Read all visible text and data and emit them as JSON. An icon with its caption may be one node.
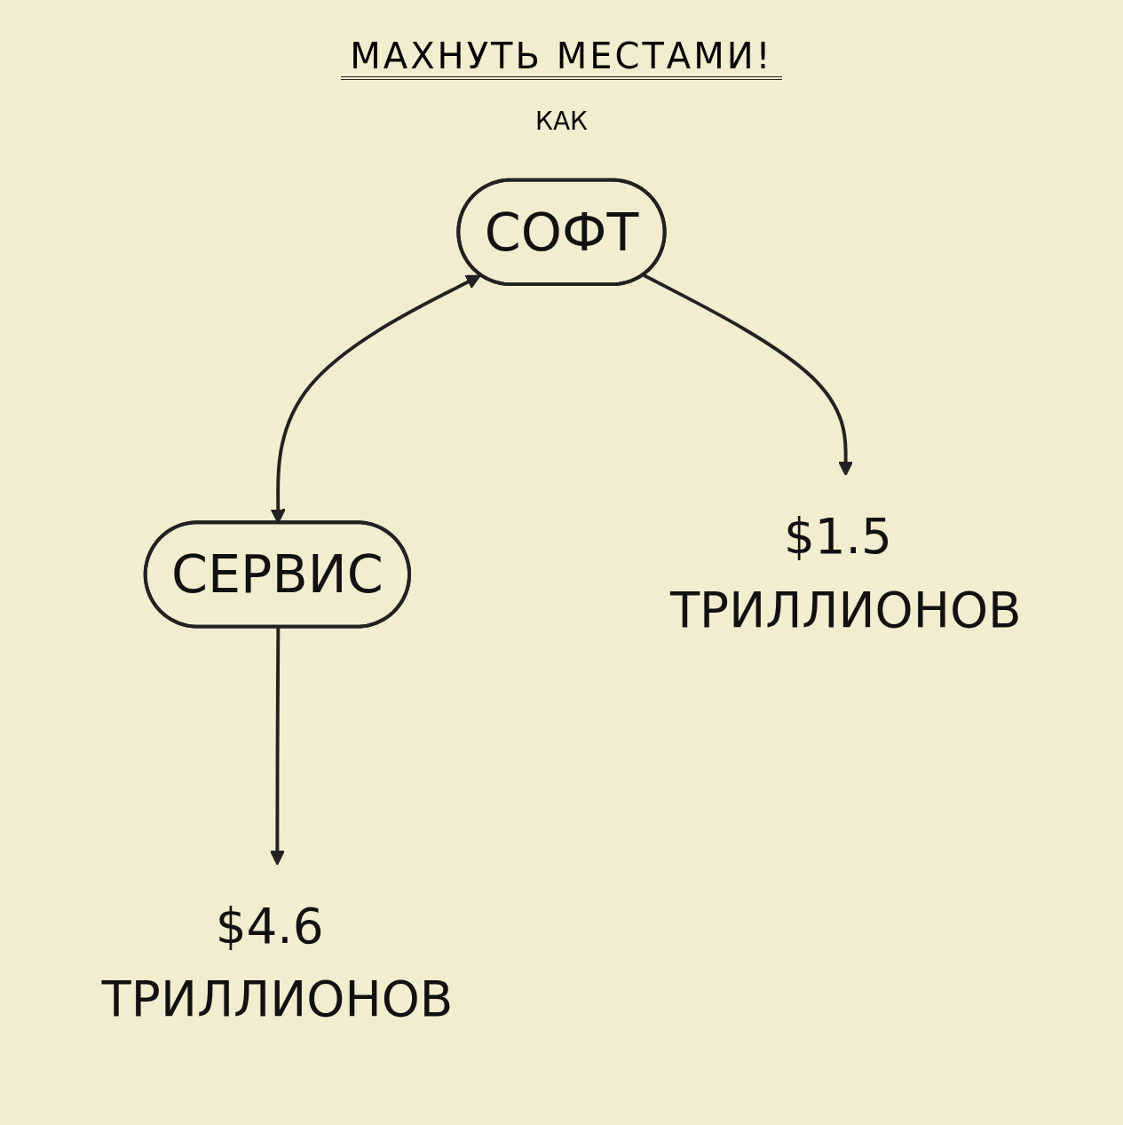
{
  "diagram": {
    "title": "МАХНУТЬ МЕСТАМИ!",
    "nodes": [
      {
        "text": [
          "СОФТ"
        ]
      },
      {
        "text": [
          "СЕРВИС"
        ]
      },
      {
        "text": [
          "$1.5 ТРИЛЛИОНОВ"
        ]
      },
      {
        "text": [
          "$4.6 ТРИЛЛИОНОВ"
        ]
      }
    ],
    "edges": [
      {
        "from": 0,
        "to": 1,
        "arrow": "both"
      },
      {
        "from": 0,
        "to": 2,
        "arrow": "to"
      },
      {
        "from": 1,
        "to": 3,
        "arrow": "to"
      }
    ],
    "labels": [
      "КАК"
    ]
  }
}
